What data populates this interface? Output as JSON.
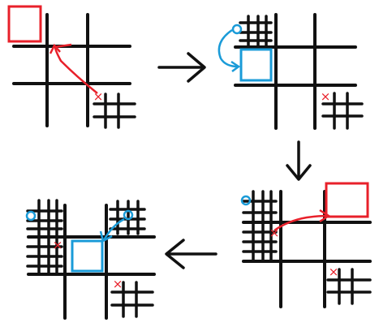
{
  "colors": {
    "ink": "#111111",
    "red": "#e8202a",
    "blue": "#1a9bd8",
    "background": "#ffffff"
  },
  "panels": [
    {
      "id": "panel-1",
      "x_mark": "×",
      "has_red_square": true,
      "has_blue_square": false
    },
    {
      "id": "panel-2",
      "x_mark": "×",
      "has_red_square": false,
      "has_blue_square": true
    },
    {
      "id": "panel-3",
      "x_mark": "×",
      "has_red_square": true,
      "has_blue_square": false
    },
    {
      "id": "panel-4",
      "x_mark": "×",
      "has_red_square": false,
      "has_blue_square": true
    }
  ],
  "flow_arrows": [
    {
      "from": "panel-1",
      "to": "panel-2",
      "direction": "right"
    },
    {
      "from": "panel-2",
      "to": "panel-3",
      "direction": "down"
    },
    {
      "from": "panel-3",
      "to": "panel-4",
      "direction": "left"
    }
  ]
}
